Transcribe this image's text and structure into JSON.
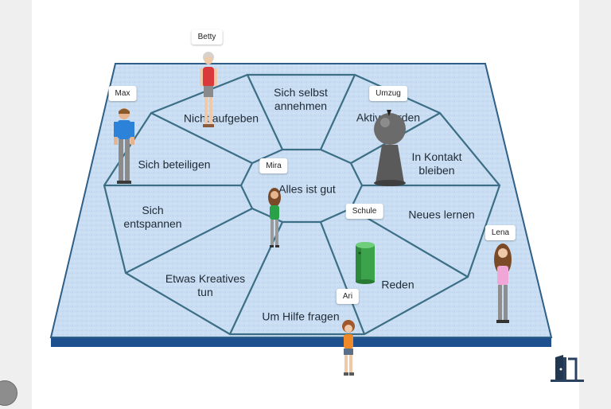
{
  "board": {
    "colors": {
      "board": "#c7dcf0",
      "line": "#3c6f86",
      "edge": "#1f4a8a"
    },
    "center_label": "Alles ist gut",
    "segments": [
      "Sich selbst annehmen",
      "Aktiv werden",
      "In Kontakt bleiben",
      "Neues lernen",
      "Reden",
      "Um Hilfe fragen",
      "Etwas Kreatives tun",
      "Sich entspannen",
      "Sich beteiligen",
      "Nicht aufgeben"
    ]
  },
  "players": [
    {
      "name": "Betty"
    },
    {
      "name": "Max"
    },
    {
      "name": "Umzug"
    },
    {
      "name": "Mira"
    },
    {
      "name": "Schule"
    },
    {
      "name": "Lena"
    },
    {
      "name": "Ari"
    }
  ],
  "controls": {
    "exit_icon": "exit-door-icon",
    "menu_icon": "menu-circle-icon"
  }
}
